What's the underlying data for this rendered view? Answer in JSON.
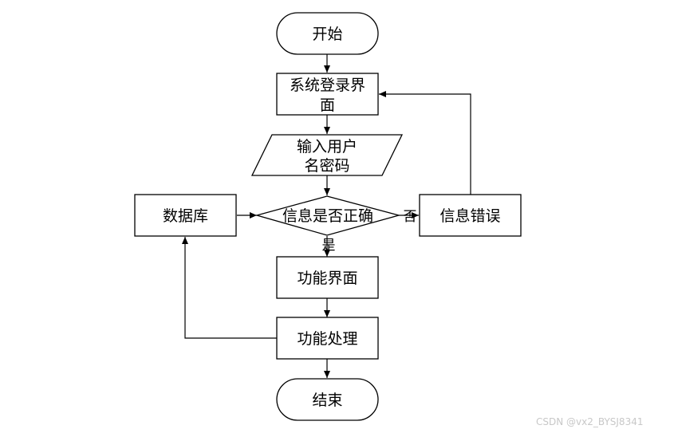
{
  "diagram": {
    "nodes": {
      "start": {
        "shape": "terminator",
        "lines": [
          "开始"
        ]
      },
      "login": {
        "shape": "process",
        "lines": [
          "系统登录界",
          "面"
        ]
      },
      "input": {
        "shape": "data",
        "lines": [
          "输入用户",
          "名密码"
        ]
      },
      "check": {
        "shape": "decision",
        "lines": [
          "信息是否正确"
        ]
      },
      "database": {
        "shape": "process",
        "lines": [
          "数据库"
        ]
      },
      "error": {
        "shape": "process",
        "lines": [
          "信息错误"
        ]
      },
      "function_ui": {
        "shape": "process",
        "lines": [
          "功能界面"
        ]
      },
      "function_proc": {
        "shape": "process",
        "lines": [
          "功能处理"
        ]
      },
      "end": {
        "shape": "terminator",
        "lines": [
          "结束"
        ]
      }
    },
    "edges": [
      {
        "from": "start",
        "to": "login"
      },
      {
        "from": "login",
        "to": "input"
      },
      {
        "from": "input",
        "to": "check"
      },
      {
        "from": "database",
        "to": "check"
      },
      {
        "from": "check",
        "to": "error",
        "label": "否"
      },
      {
        "from": "error",
        "to": "login"
      },
      {
        "from": "check",
        "to": "function_ui",
        "label": "是"
      },
      {
        "from": "function_ui",
        "to": "function_proc"
      },
      {
        "from": "function_proc",
        "to": "database"
      },
      {
        "from": "function_proc",
        "to": "end"
      }
    ],
    "colors": {
      "stroke": "#000000",
      "fill": "#ffffff",
      "text": "#000000"
    }
  },
  "watermark": "CSDN @vx2_BYSJ8341"
}
